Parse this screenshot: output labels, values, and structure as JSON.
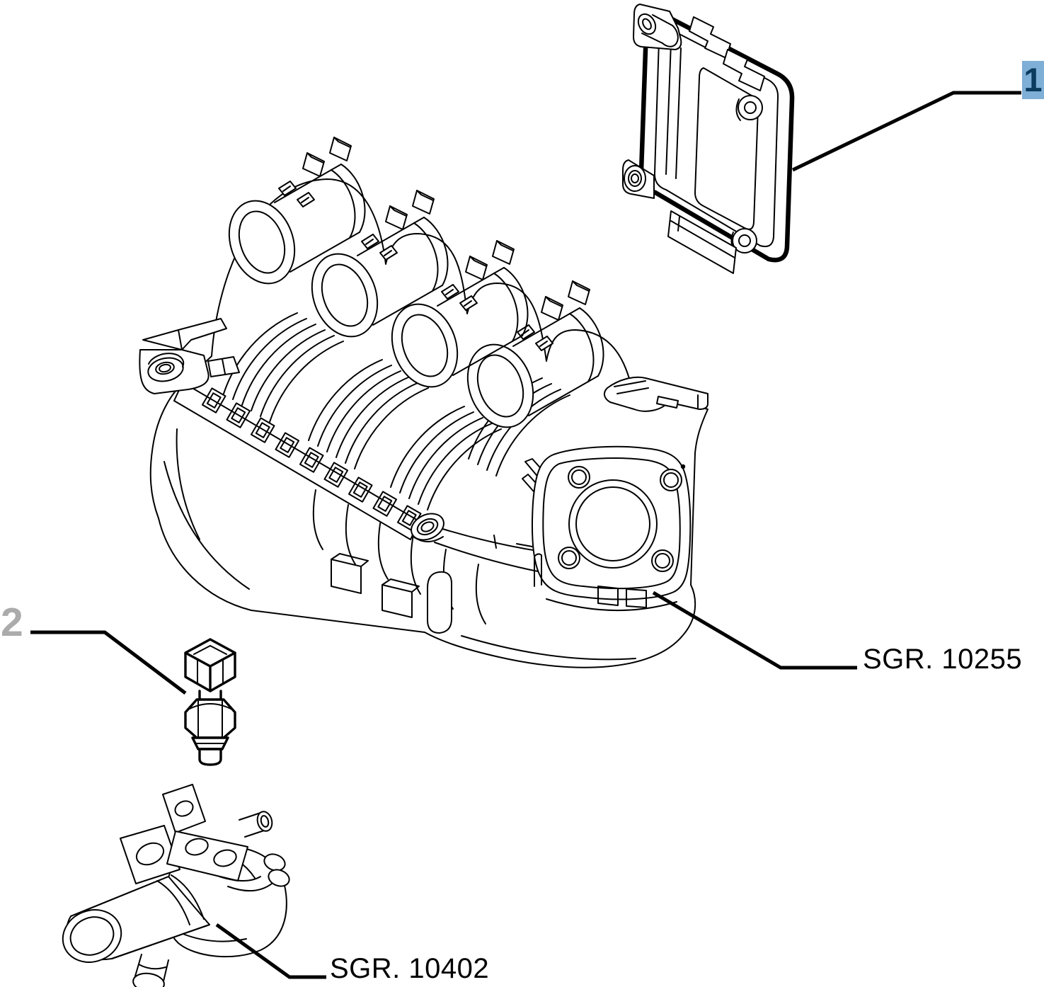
{
  "page": {
    "background_color": "#FFFFFF"
  },
  "callouts": {
    "item_1": {
      "label": "1",
      "state": "highlighted"
    },
    "item_2": {
      "label": "2",
      "state": "normal"
    }
  },
  "references": {
    "manifold": {
      "label": "SGR. 10255"
    },
    "thermostat": {
      "label": "SGR. 10402"
    }
  },
  "colors": {
    "line": "#000000",
    "callout_highlight_background": "#7FAED6",
    "callout_highlight_text": "#0B3B5E",
    "callout_normal_text": "#ABABAB",
    "reference_text": "#000000"
  }
}
